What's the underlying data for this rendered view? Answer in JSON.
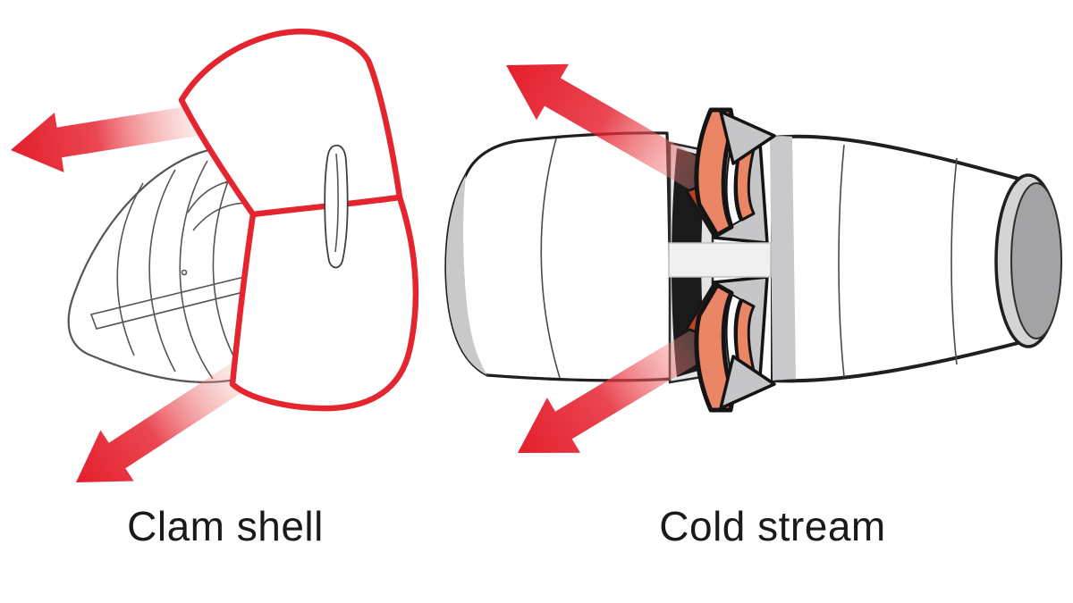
{
  "panels": [
    {
      "id": "clam-shell",
      "label": "Clam shell",
      "arrows": [
        {
          "position": "upper-left",
          "direction": "left-outward"
        },
        {
          "position": "lower-left",
          "direction": "down-left-outward"
        }
      ]
    },
    {
      "id": "cold-stream",
      "label": "Cold stream",
      "arrows": [
        {
          "position": "upper",
          "direction": "up-left-outward"
        },
        {
          "position": "lower",
          "direction": "down-left-outward"
        }
      ]
    }
  ],
  "colors": {
    "background": "#ffffff",
    "arrow-red": "#e51e2c",
    "arrow-fade": "#f4b3a8",
    "door-red": "#e4242f",
    "salmon": "#ea8565",
    "dark-red": "#bc4222",
    "duct-black": "#1a1a1a",
    "wedge-gray": "#c6c6c8",
    "lip-gray": "#c9c9cb",
    "beam-gray": "#f0f0f0",
    "nozzle-gray": "#a3a3a5",
    "nozzle-rim": "#d4d4d6",
    "outline-dark": "#1f1f1f",
    "lineart-gray": "#555555",
    "label-color": "#1a1a1a"
  }
}
